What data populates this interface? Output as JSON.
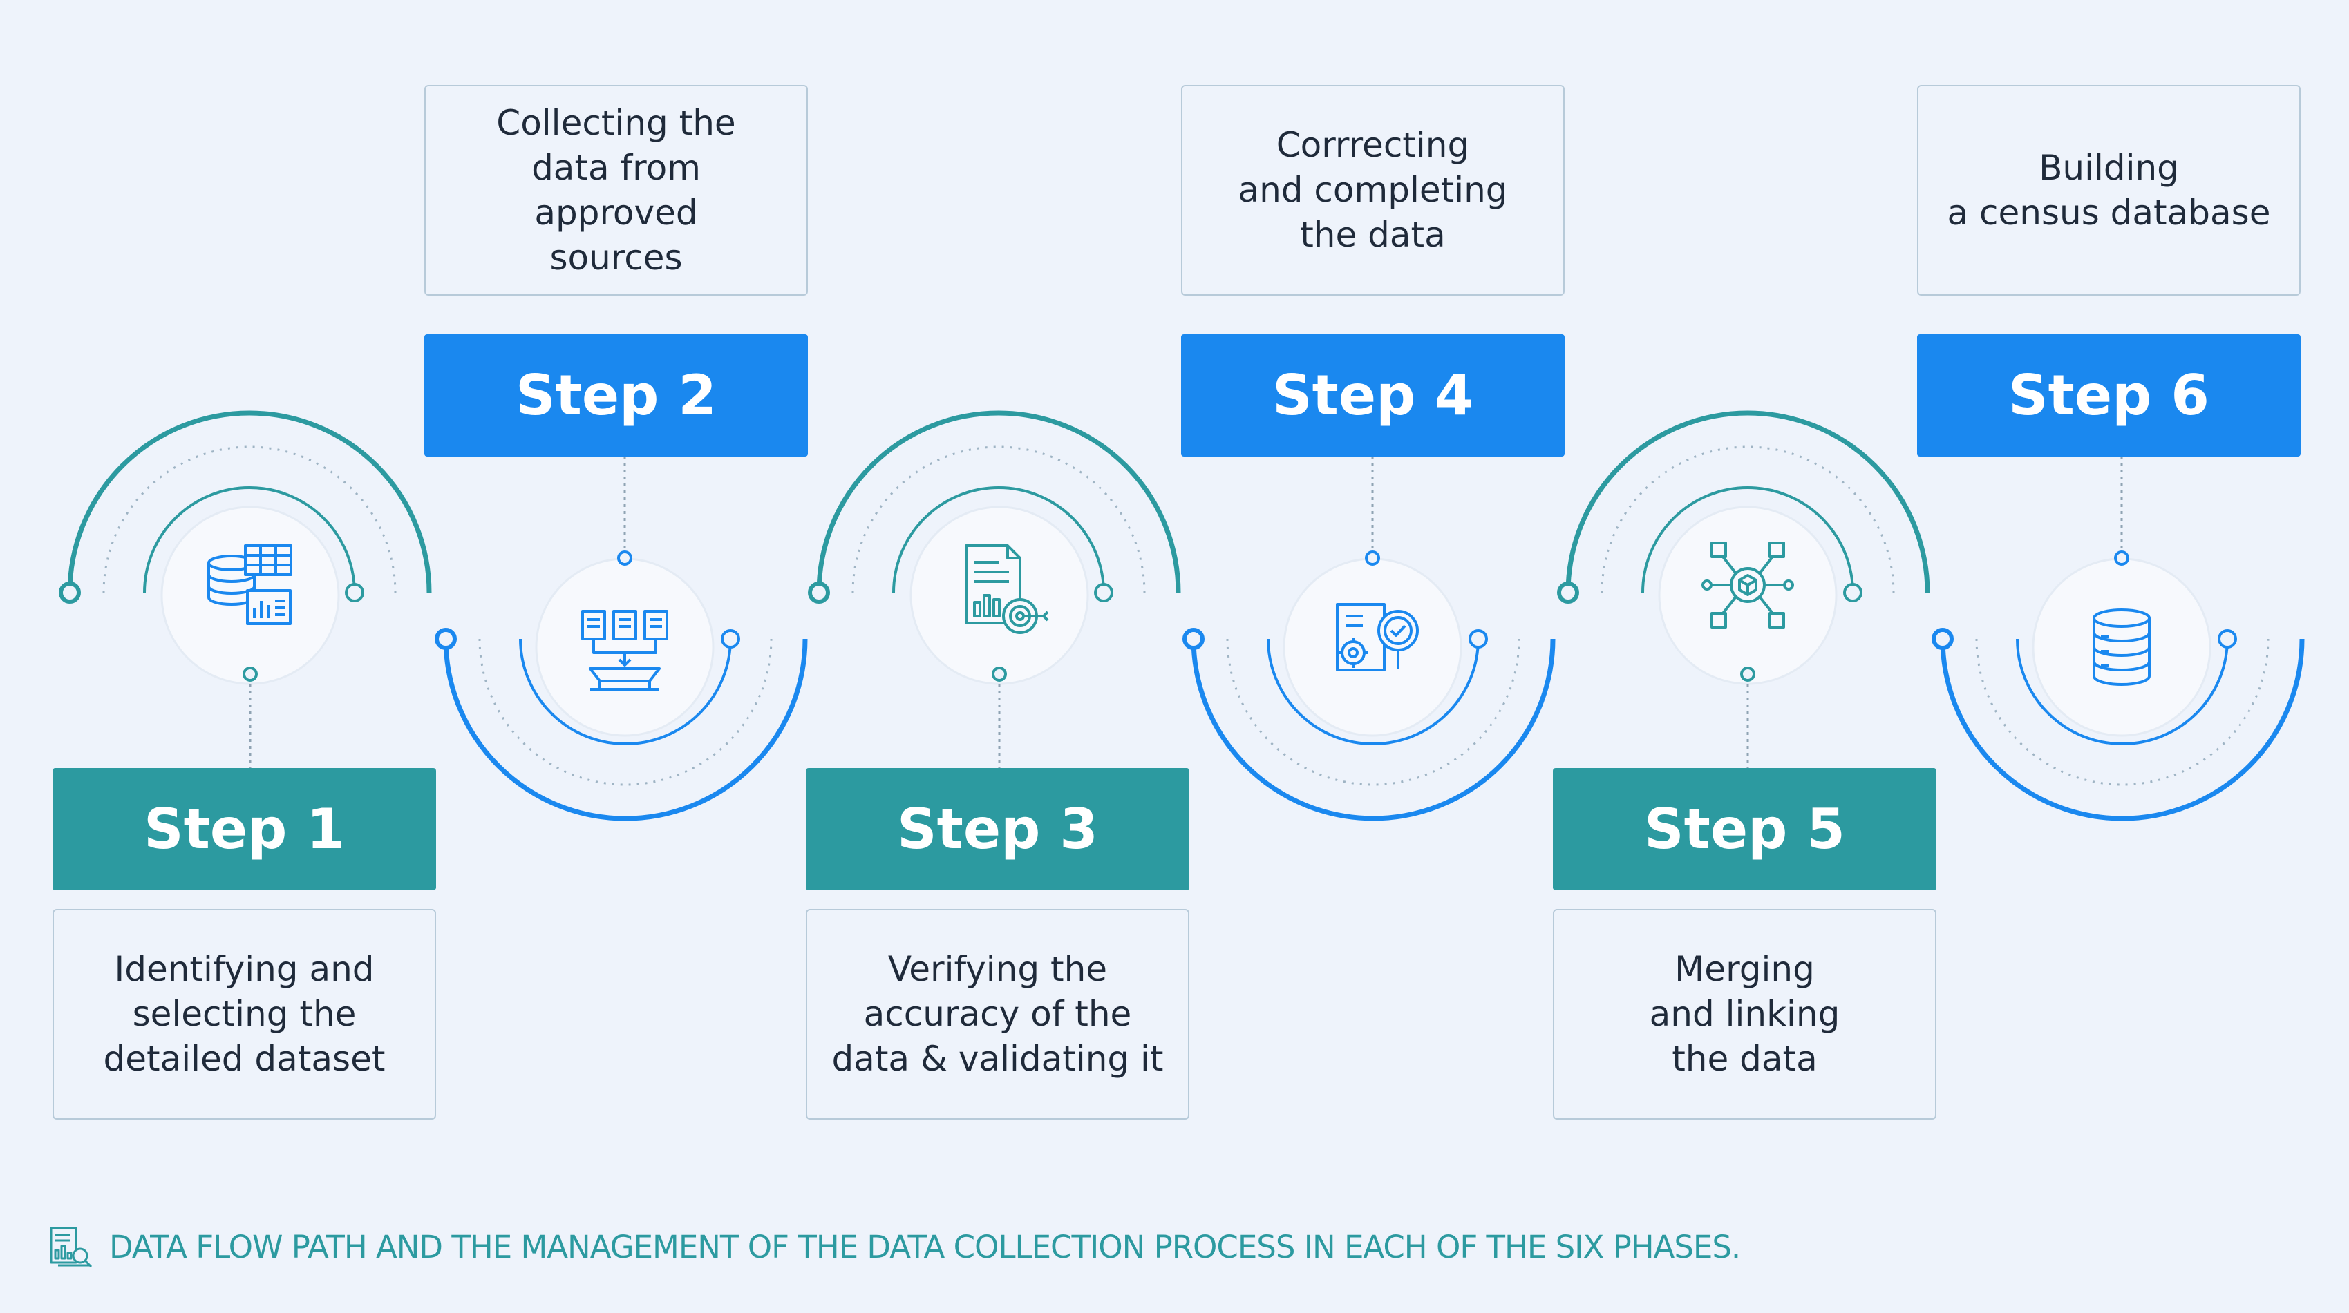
{
  "steps": [
    {
      "label": "Step 1",
      "description": "Identifying and\nselecting the\ndetailed dataset",
      "icon": "dataset-table-icon"
    },
    {
      "label": "Step 2",
      "description": "Collecting the\ndata from approved\nsources",
      "icon": "document-merge-icon"
    },
    {
      "label": "Step 3",
      "description": "Verifying the\naccuracy of the\ndata & validating it",
      "icon": "document-target-icon"
    },
    {
      "label": "Step 4",
      "description": "Corrrecting\nand completing\nthe data",
      "icon": "settings-search-icon"
    },
    {
      "label": "Step 5",
      "description": "Merging\nand linking\nthe data",
      "icon": "network-cube-icon"
    },
    {
      "label": "Step 6",
      "description": "Building\na census database",
      "icon": "database-icon"
    }
  ],
  "caption": {
    "text": "DATA FLOW PATH AND THE MANAGEMENT OF THE DATA COLLECTION PROCESS IN EACH OF THE SIX PHASES.",
    "icon": "report-icon"
  },
  "colors": {
    "teal": "#2c9aa0",
    "blue": "#1a88ef",
    "background": "#eef3fb"
  }
}
